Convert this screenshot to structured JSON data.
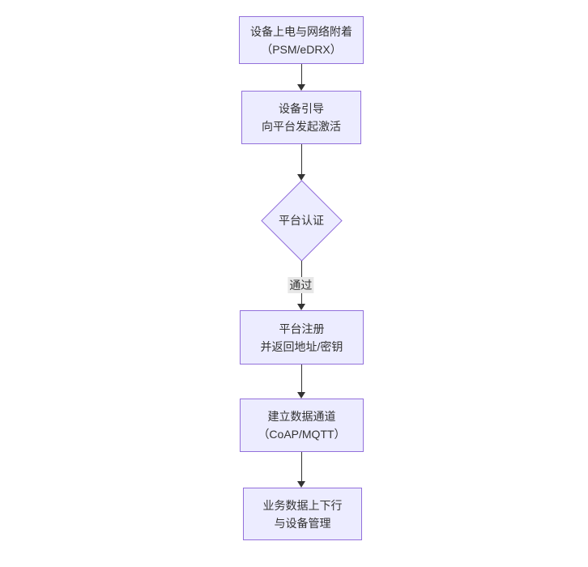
{
  "diagram": {
    "type": "flowchart",
    "direction": "top-down",
    "nodes": [
      {
        "id": "power-attach",
        "shape": "rect",
        "lines": [
          "设备上电与网络附着",
          "（PSM/eDRX）"
        ]
      },
      {
        "id": "bootstrap",
        "shape": "rect",
        "lines": [
          "设备引导",
          "向平台发起激活"
        ]
      },
      {
        "id": "auth",
        "shape": "diamond",
        "lines": [
          "平台认证"
        ]
      },
      {
        "id": "register",
        "shape": "rect",
        "lines": [
          "平台注册",
          "并返回地址/密钥"
        ]
      },
      {
        "id": "data-channel",
        "shape": "rect",
        "lines": [
          "建立数据通道",
          "（CoAP/MQTT）"
        ]
      },
      {
        "id": "business",
        "shape": "rect",
        "lines": [
          "业务数据上下行",
          "与设备管理"
        ]
      }
    ],
    "edges": [
      {
        "from": "power-attach",
        "to": "bootstrap",
        "label": ""
      },
      {
        "from": "bootstrap",
        "to": "auth",
        "label": ""
      },
      {
        "from": "auth",
        "to": "register",
        "label": "通过"
      },
      {
        "from": "register",
        "to": "data-channel",
        "label": ""
      },
      {
        "from": "data-channel",
        "to": "business",
        "label": ""
      }
    ],
    "colors": {
      "node_fill": "#ECECFF",
      "node_border": "#9370DB",
      "text": "#333333",
      "arrow": "#333333",
      "edge_label_bg": "#e8e8e8",
      "background": "#ffffff"
    }
  }
}
